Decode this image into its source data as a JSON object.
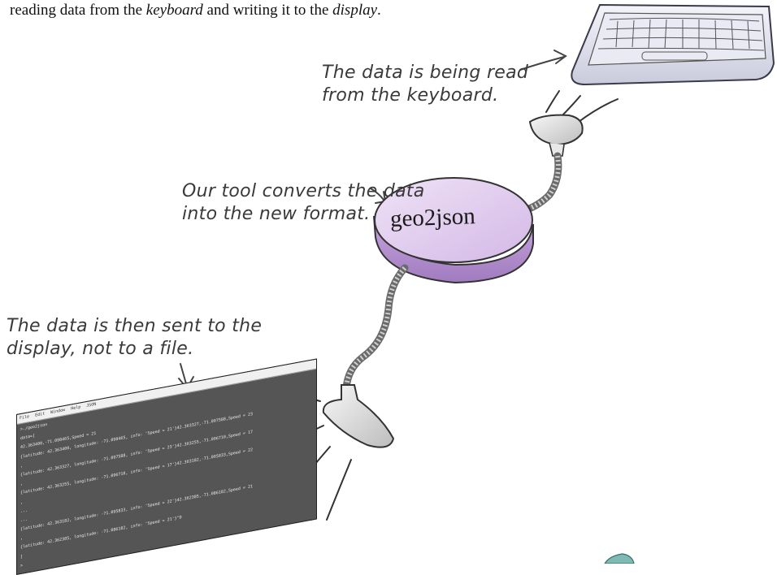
{
  "intro": {
    "prefix": "reading data from the ",
    "word1": "keyboard",
    "middle": " and writing it to the ",
    "word2": "display",
    "suffix": "."
  },
  "annotations": {
    "keyboard": [
      "The data is being read",
      "from the keyboard."
    ],
    "tool": [
      "Our tool converts the data",
      "into the new format."
    ],
    "display": [
      "The data is then sent to the",
      "display, not to a file."
    ]
  },
  "tool_label": "geo2json",
  "terminal": {
    "menu": [
      "File",
      "Edit",
      "Window",
      "Help",
      "JSON"
    ],
    "lines": [
      ">./geo2json",
      "data=[",
      "42.363400,-71.098465,Speed = 21",
      "{latitude: 42.363400, longitude: -71.098465, info: 'Speed = 21'}42.363327,-71.097588,Speed = 23",
      ",",
      "{latitude: 42.363327, longitude: -71.097588, info: 'Speed = 23'}42.363255,-71.096710,Speed = 17",
      ",",
      "{latitude: 42.363255, longitude: -71.096710, info: 'Speed = 17'}42.363182,-71.095833,Speed = 22",
      ",",
      "...",
      "...",
      "{latitude: 42.363182, longitude: -71.095833, info: 'Speed = 22'}42.362385,-71.086182,Speed = 21",
      ",",
      "{latitude: 42.362385, longitude: -71.086182, info: 'Speed = 21'}^D",
      "]",
      ">"
    ]
  }
}
